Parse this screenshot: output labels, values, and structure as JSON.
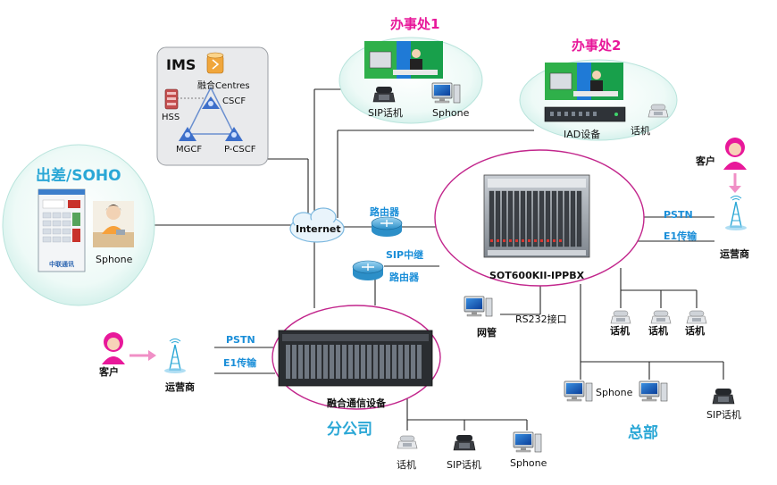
{
  "ims": {
    "title": "IMS",
    "centres": "融合Centres",
    "hss": "HSS",
    "cscf": "CSCF",
    "mgcf": "MGCF",
    "pcscf": "P-CSCF"
  },
  "office1": {
    "title": "办事处1",
    "sip_phone": "SIP话机",
    "sphone": "Sphone"
  },
  "office2": {
    "title": "办事处2",
    "iad": "IAD设备",
    "phone": "话机"
  },
  "soho": {
    "title": "出差/SOHO",
    "sphone": "Sphone",
    "app_logo": "中联通讯"
  },
  "internet": "Internet",
  "router1": "路由器",
  "router2": "路由器",
  "sip_trunk": "SIP中继",
  "pbx": {
    "name": "SOT600KII-IPPBX"
  },
  "hq_customer": "客户",
  "hq_pstn": "PSTN",
  "hq_e1": "E1传输",
  "hq_carrier": "运营商",
  "nms": {
    "label": "网管",
    "rs232": "RS232接口"
  },
  "hq_phones": [
    "话机",
    "话机",
    "话机"
  ],
  "hq": {
    "title": "总部",
    "sphone": "Sphone",
    "sip_phone": "SIP话机"
  },
  "branch": {
    "title": "分公司",
    "device": "融合通信设备",
    "customer": "客户",
    "carrier": "运营商",
    "pstn": "PSTN",
    "e1": "E1传输",
    "phone": "话机",
    "sip_phone": "SIP话机",
    "sphone": "Sphone"
  },
  "colors": {
    "magenta": "#e8189a",
    "cyan": "#2aa7d6",
    "line": "#222222",
    "link_blue": "#1a8ed8"
  }
}
